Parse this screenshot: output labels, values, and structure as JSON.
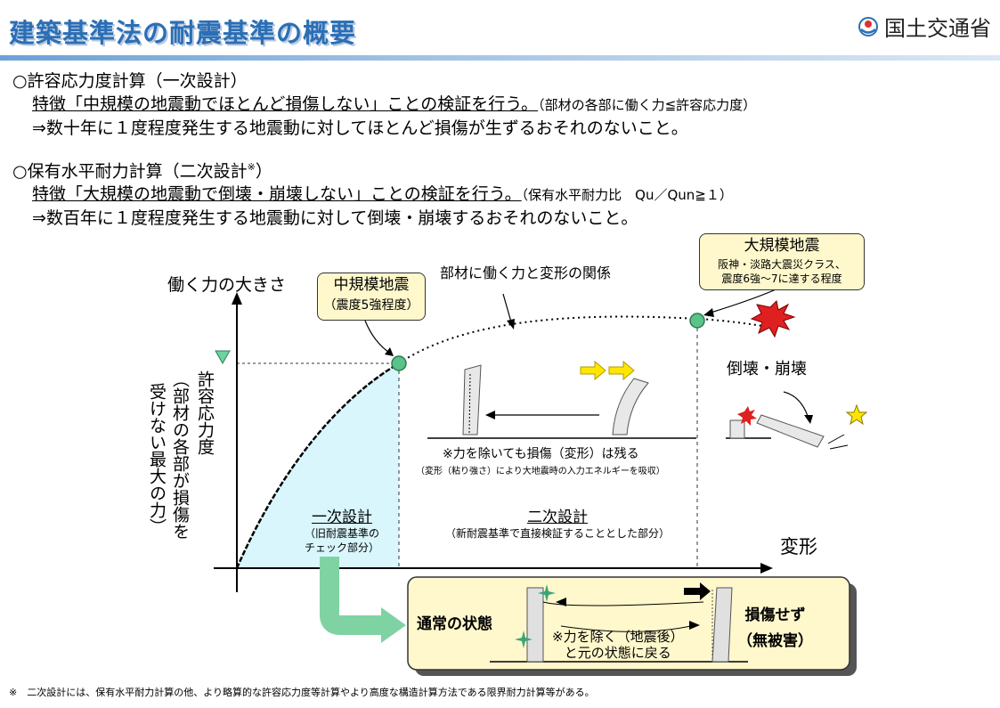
{
  "header": {
    "title": "建築基準法の耐震基準の概要",
    "ministry": "国土交通省"
  },
  "section1": {
    "heading": "○許容応力度計算（一次設計）",
    "feature": "特徴「中規模の地震動でほとんど損傷しない」ことの検証を行う。",
    "feature_note": "（部材の各部に働く力≦許容応力度）",
    "result": "⇒数十年に１度程度発生する地震動に対してほとんど損傷が生ずるおそれのないこと。"
  },
  "section2": {
    "heading": "○保有水平耐力計算（二次設計",
    "heading_mark": "※",
    "heading_close": "）",
    "feature": "特徴「大規模の地震動で倒壊・崩壊しない」ことの検証を行う。",
    "feature_note": "（保有水平耐力比　Qu／Qun≧１）",
    "result": "⇒数百年に１度程度発生する地震動に対して倒壊・崩壊するおそれのないこと。"
  },
  "diagram": {
    "y_axis_label": "働く力の大きさ",
    "x_axis_label": "変形",
    "allowable_label_1": "許容応力度",
    "allowable_label_2": "（部材の各部が損傷を",
    "allowable_label_3": "受けない最大の力）",
    "curve_label": "部材に働く力と変形の関係",
    "medium_title": "中規模地震",
    "medium_sub": "（震度5強程度）",
    "large_title": "大規模地震",
    "large_sub1": "阪神・淡路大震災クラス、",
    "large_sub2": "震度6強～7に達する程度",
    "collapse_label": "倒壊・崩壊",
    "residual_1": "※力を除いても損傷（変形）は残る",
    "residual_2": "（変形（粘り強さ）により大地震時の入力エネルギーを吸収）",
    "first_design": "一次設計",
    "first_design_sub1": "（旧耐震基準の",
    "first_design_sub2": "チェック部分）",
    "second_design": "二次設計",
    "second_design_sub": "（新耐震基準で直接検証することとした部分）",
    "normal_state": "通常の状態",
    "no_damage_1": "損傷せず",
    "no_damage_2": "（無被害）",
    "remove_1": "※力を除く（地震後）",
    "remove_2": "と元の状態に戻る"
  },
  "footnote": "※　二次設計には、保有水平耐力計算の他、より略算的な許容応力度等計算やより高度な構造計算方法である限界耐力計算等がある。",
  "colors": {
    "title_blue": "#2a6fb6",
    "shade_cyan": "#d9f6fd",
    "green_point": "#5bc28a",
    "box_yellow": "#fff8cc",
    "arrow_green": "#7fd3a3",
    "burst_red": "#e02020"
  }
}
